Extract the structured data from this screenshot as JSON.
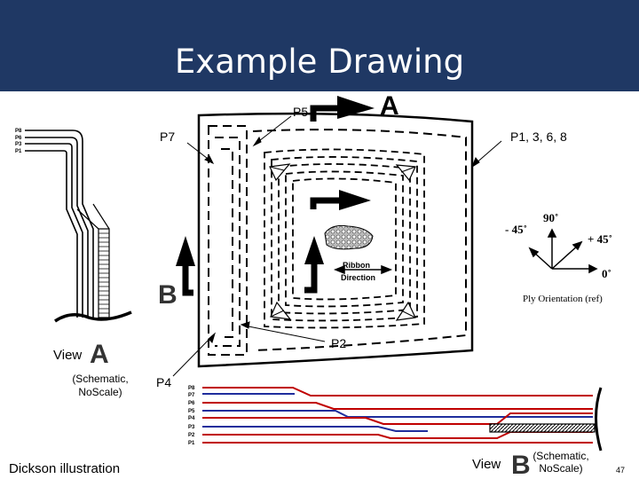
{
  "title": "Example Drawing",
  "footer": {
    "credit": "Dickson illustration",
    "page_number": "47"
  },
  "colors": {
    "header_bg": "#1f3864",
    "ply_red": "#c00000",
    "ply_blue": "#1f2d9c",
    "ink": "#000000"
  },
  "main_drawing": {
    "labels": {
      "p5": "P5",
      "p7": "P7",
      "p1_group": "P1, 3, 6, 8",
      "p2": "P2",
      "p4": "P4"
    },
    "section_a": "A",
    "section_b": "B",
    "ribbon_label": [
      "Ribbon",
      "Direction"
    ]
  },
  "ply_orientation": {
    "angles": {
      "minus45": "- 45˚",
      "deg90": "90˚",
      "plus45": "+ 45˚",
      "deg0": "0˚"
    },
    "caption": "Ply Orientation (ref)"
  },
  "view_a": {
    "label": "View",
    "letter": "A",
    "note": [
      "(Schematic,",
      "NoScale)"
    ],
    "ply_labels": [
      "P8",
      "P6",
      "P3",
      "P1"
    ]
  },
  "view_b": {
    "label": "View",
    "letter": "B",
    "note": [
      "(Schematic,",
      "NoScale)"
    ],
    "ply_labels": [
      "P8",
      "P7",
      "P6",
      "P5",
      "P4",
      "P3",
      "P2",
      "P1"
    ]
  }
}
